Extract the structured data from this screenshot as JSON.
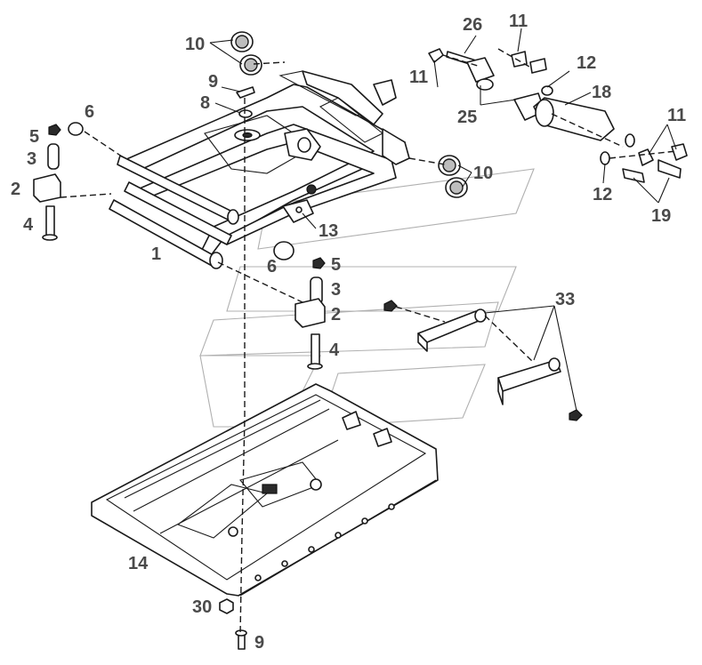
{
  "callouts": {
    "c1": "1",
    "c2a": "2",
    "c2b": "2",
    "c3a": "3",
    "c3b": "3",
    "c4a": "4",
    "c4b": "4",
    "c5a": "5",
    "c5b": "5",
    "c6a": "6",
    "c6b": "6",
    "c8": "8",
    "c9a": "9",
    "c9b": "9",
    "c10a": "10",
    "c10b": "10",
    "c11a": "11",
    "c11b": "11",
    "c11c": "11",
    "c12a": "12",
    "c12b": "12",
    "c13": "13",
    "c14": "14",
    "c18": "18",
    "c19": "19",
    "c25": "25",
    "c26": "26",
    "c30": "30",
    "c33": "33"
  }
}
